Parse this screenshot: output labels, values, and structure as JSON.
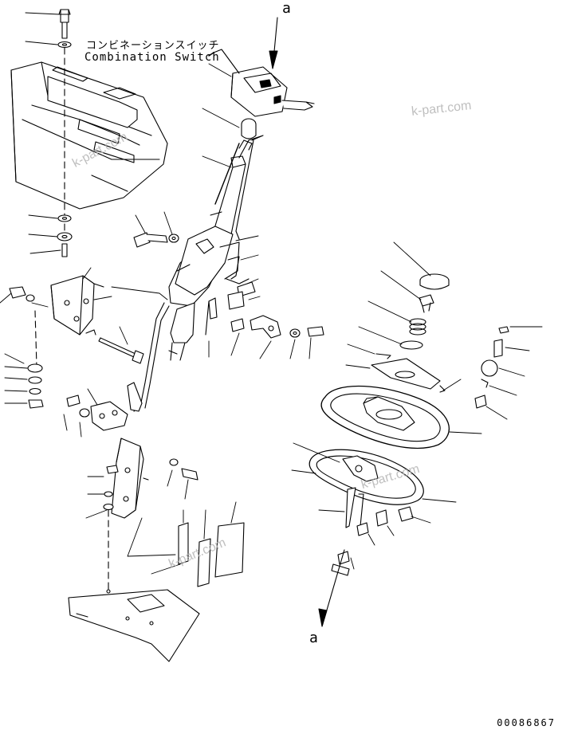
{
  "labels": {
    "combination_switch_jp": "コンビネーションスイッチ",
    "combination_switch_en": "Combination Switch",
    "reference_top": "a",
    "reference_bottom": "a"
  },
  "watermarks": [
    "k-part.com",
    "k-part.com",
    "k-part.com",
    "k-part.com"
  ],
  "drawing_number": "00086867"
}
